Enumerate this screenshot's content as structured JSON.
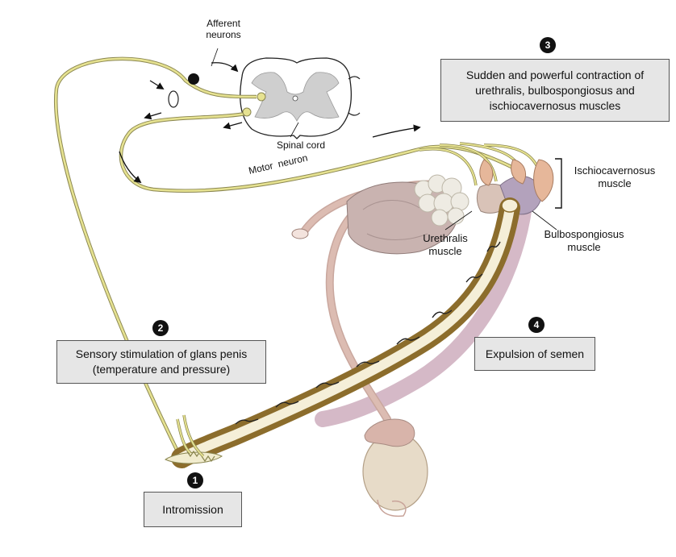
{
  "labels": {
    "afferent": "Afferent\nneurons",
    "spinal_cord": "Spinal cord",
    "motor_neuron": "Motor  neuron",
    "ischiocavernosus": "Ischiocavernosus\nmuscle",
    "bulbospongiosus": "Bulbospongiosus\nmuscle",
    "urethralis": "Urethralis\nmuscle"
  },
  "steps": [
    {
      "number": "1",
      "text": "Intromission"
    },
    {
      "number": "2",
      "text": "Sensory stimulation of glans penis\n(temperature and pressure)"
    },
    {
      "number": "3",
      "text": "Sudden and powerful contraction of\nurethralis, bulbospongiosus and\nischiocavernosus muscles"
    },
    {
      "number": "4",
      "text": "Expulsion of semen"
    }
  ],
  "colors": {
    "nerve": "#e6e291",
    "nerve_outline": "#8a8650",
    "tissue": "#d8b4aa",
    "bladder": "#c9b3b0",
    "testis": "#e7dbc8",
    "shaft_outer": "#8c6d2c",
    "shaft_inner": "#f5efd8",
    "sheath": "#d5b9c7",
    "gland": "#ece8de",
    "muscle_orange": "#e6b79a",
    "muscle_purple": "#b3a2bc",
    "box_fill": "#e6e6e6"
  }
}
